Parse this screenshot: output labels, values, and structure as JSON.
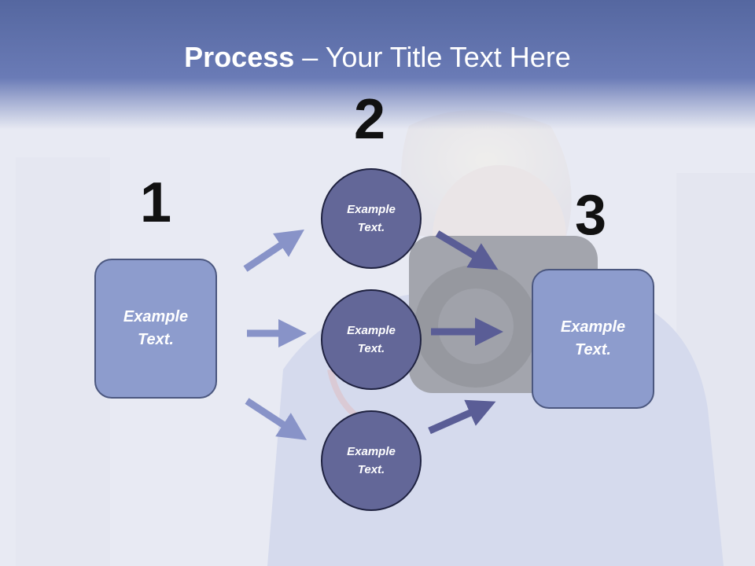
{
  "slide": {
    "title_bold": "Process",
    "title_rest": " – Your Title Text Here"
  },
  "steps": {
    "one": {
      "number": "1",
      "box_text": "Example Text."
    },
    "two": {
      "number": "2",
      "circles": [
        "Example Text.",
        "Example Text.",
        "Example Text."
      ]
    },
    "three": {
      "number": "3",
      "box_text": "Example Text."
    }
  },
  "colors": {
    "header": "#5e6fab",
    "box_fill": "#8d9ccd",
    "circle_fill": "#636798",
    "arrow_light": "#8893c8",
    "arrow_dark": "#5a5d96"
  }
}
